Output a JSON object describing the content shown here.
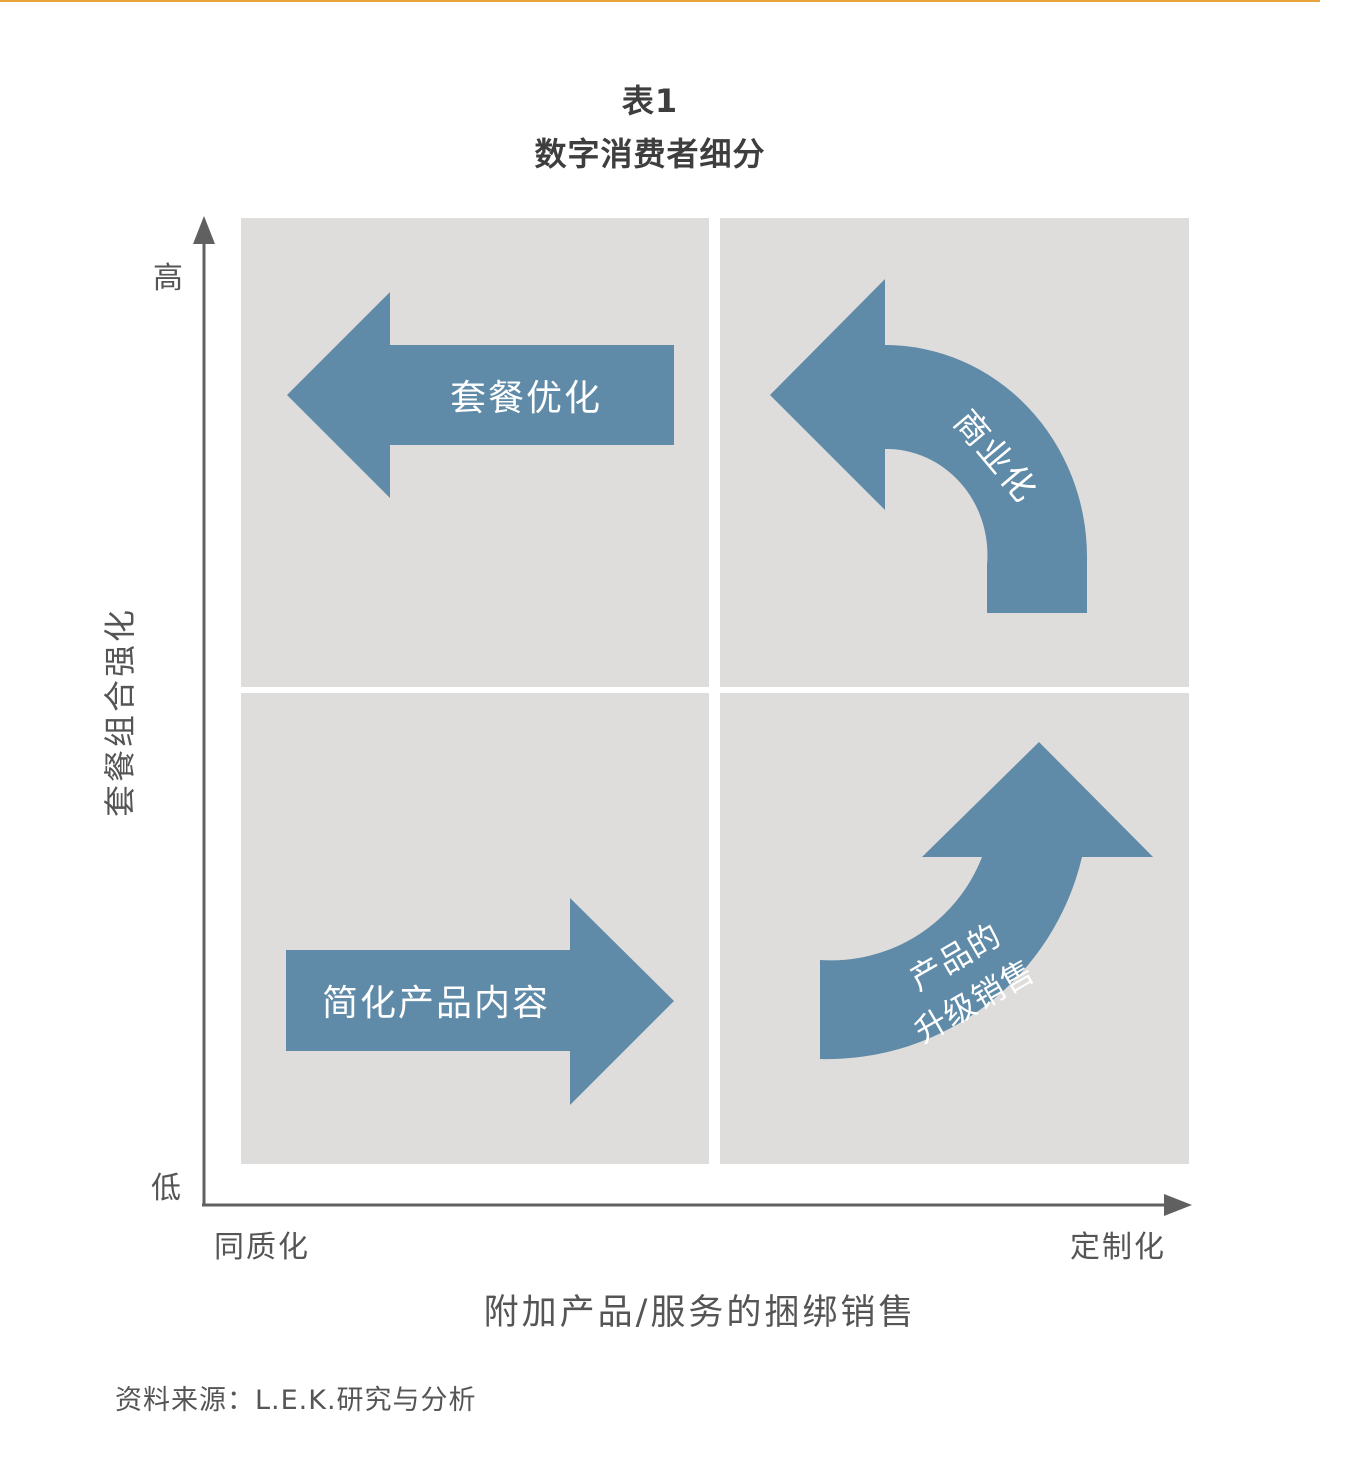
{
  "title": {
    "line1": "表1",
    "line2": "数字消费者细分"
  },
  "axes": {
    "y_title": "套餐组合强化",
    "y_high": "高",
    "y_low": "低",
    "x_title": "附加产品/服务的捆绑销售",
    "x_left": "同质化",
    "x_right": "定制化"
  },
  "quadrants": {
    "top_left": "套餐优化",
    "top_right": "商业化",
    "bottom_left": "简化产品内容",
    "bottom_right_line1": "产品的",
    "bottom_right_line2": "升级销售"
  },
  "colors": {
    "quadrant_fill": "#dedddc",
    "arrow_fill": "#5f8ba8",
    "axis": "#606060",
    "accent_rule": "#e8a33a"
  },
  "source": "资料来源：L.E.K.研究与分析"
}
